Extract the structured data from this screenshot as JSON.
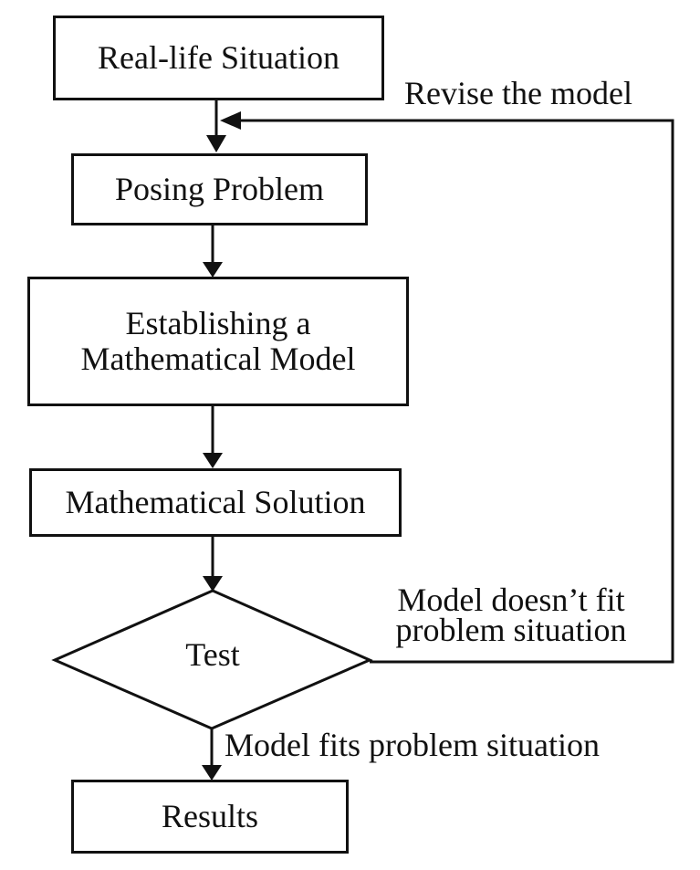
{
  "diagram": {
    "background_color": "#ffffff",
    "line_color": "#111111",
    "nodes": {
      "real_life": {
        "label": "Real-life Situation"
      },
      "posing": {
        "label": "Posing Problem"
      },
      "establishing": {
        "lines": [
          "Establishing a",
          "Mathematical Model"
        ]
      },
      "solution": {
        "label": "Mathematical Solution"
      },
      "test": {
        "label": "Test"
      },
      "results": {
        "label": "Results"
      }
    },
    "edge_labels": {
      "revise": "Revise the model",
      "doesnt_fit": [
        "Model doesn’t fit",
        "problem situation"
      ],
      "fits": "Model fits problem situation"
    }
  }
}
